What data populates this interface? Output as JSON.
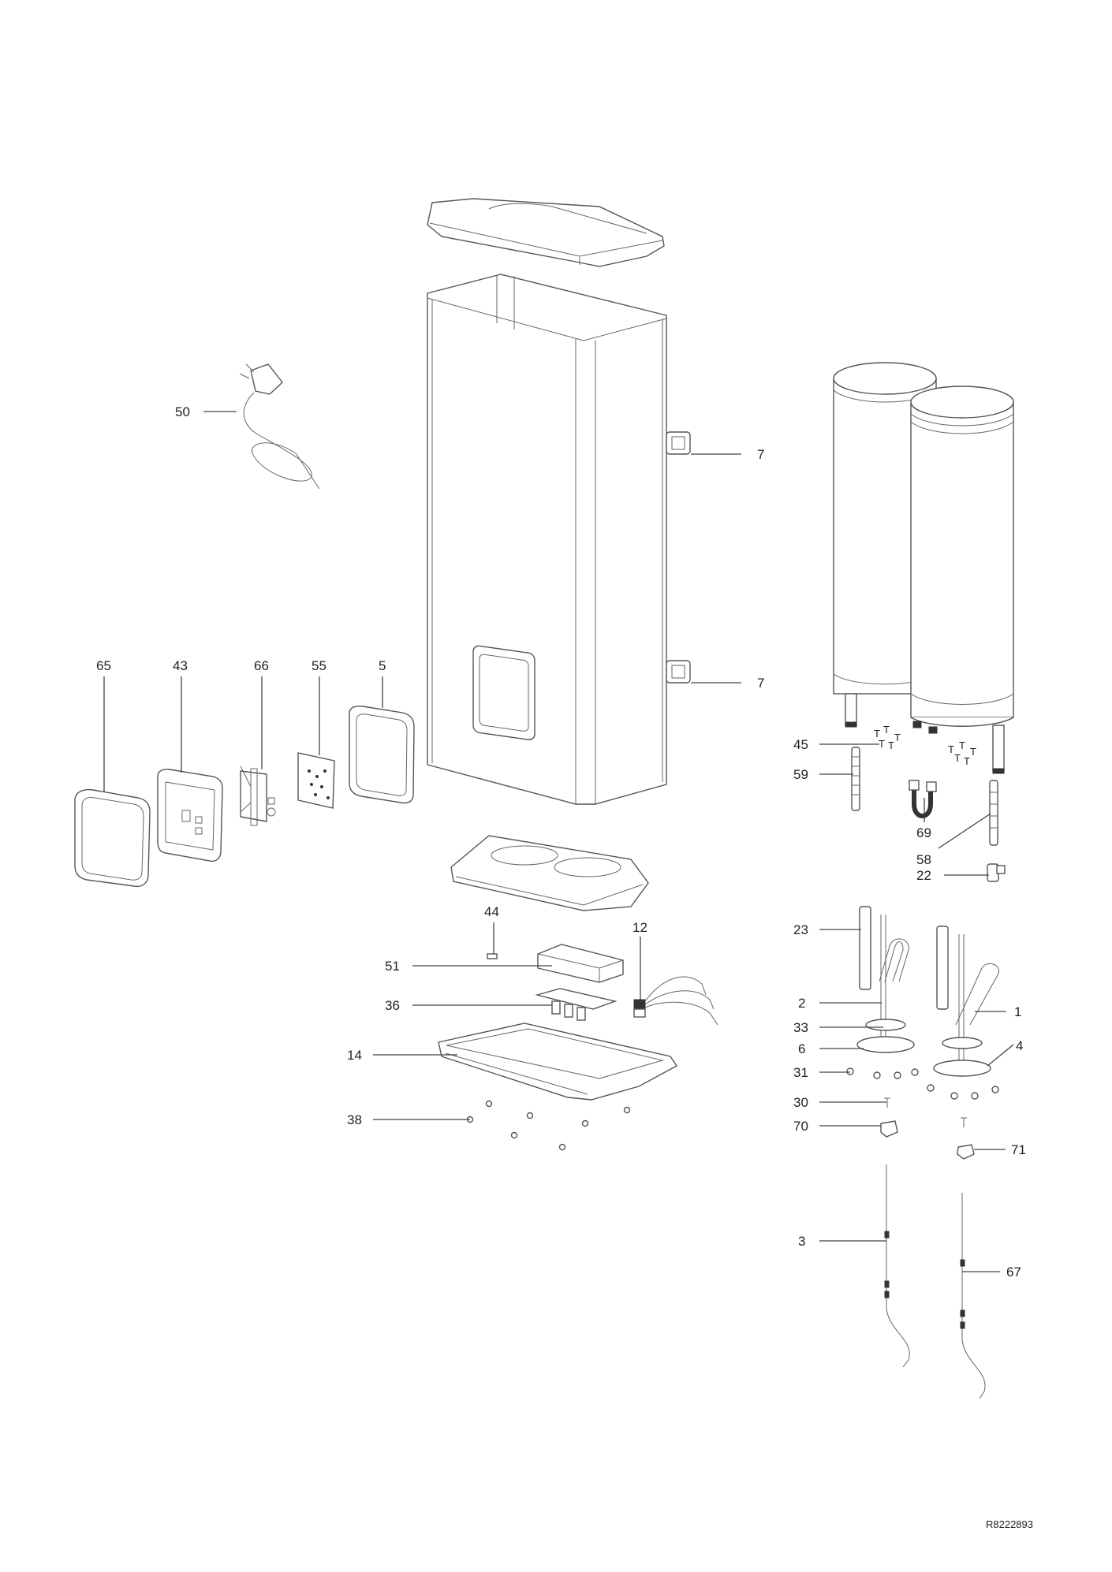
{
  "diagram": {
    "type": "exploded-parts-view",
    "reference_code": "R8222893",
    "callouts": [
      {
        "id": "50",
        "part": "power-cord-with-plug"
      },
      {
        "id": "7",
        "part": "wall-bracket-upper"
      },
      {
        "id": "7b",
        "label": "7",
        "part": "wall-bracket-lower"
      },
      {
        "id": "65",
        "part": "display-frame"
      },
      {
        "id": "43",
        "part": "control-panel-housing"
      },
      {
        "id": "66",
        "part": "control-knob-assembly"
      },
      {
        "id": "55",
        "part": "display-board"
      },
      {
        "id": "5",
        "part": "display-gasket"
      },
      {
        "id": "45",
        "part": "screws"
      },
      {
        "id": "59",
        "part": "dielectric-connector-left"
      },
      {
        "id": "69",
        "part": "flexible-connecting-hose"
      },
      {
        "id": "58",
        "part": "dielectric-connector-right"
      },
      {
        "id": "22",
        "part": "safety-valve"
      },
      {
        "id": "44",
        "part": "clip"
      },
      {
        "id": "12",
        "part": "terminal-block-with-wires"
      },
      {
        "id": "51",
        "part": "board-cover"
      },
      {
        "id": "36",
        "part": "control-board"
      },
      {
        "id": "14",
        "part": "bottom-cover"
      },
      {
        "id": "38",
        "part": "nuts"
      },
      {
        "id": "23",
        "part": "magnesium-anode"
      },
      {
        "id": "2",
        "part": "heating-element-left"
      },
      {
        "id": "1",
        "part": "heating-element-right"
      },
      {
        "id": "33",
        "part": "flange-gasket"
      },
      {
        "id": "6",
        "part": "flange-left"
      },
      {
        "id": "4",
        "part": "flange-right"
      },
      {
        "id": "31",
        "part": "flange-nuts"
      },
      {
        "id": "30",
        "part": "screw"
      },
      {
        "id": "70",
        "part": "thermostat-clip-left"
      },
      {
        "id": "71",
        "part": "thermostat-clip-right"
      },
      {
        "id": "3",
        "part": "temperature-probe-left"
      },
      {
        "id": "67",
        "part": "temperature-probe-right"
      }
    ]
  },
  "labels": {
    "c50": "50",
    "c7a": "7",
    "c7b": "7",
    "c65": "65",
    "c43": "43",
    "c66": "66",
    "c55": "55",
    "c5": "5",
    "c45": "45",
    "c59": "59",
    "c69": "69",
    "c58": "58",
    "c22": "22",
    "c44": "44",
    "c12": "12",
    "c51": "51",
    "c36": "36",
    "c14": "14",
    "c38": "38",
    "c23": "23",
    "c2": "2",
    "c1": "1",
    "c33": "33",
    "c6": "6",
    "c4": "4",
    "c31": "31",
    "c30": "30",
    "c70": "70",
    "c71": "71",
    "c3": "3",
    "c67": "67"
  }
}
